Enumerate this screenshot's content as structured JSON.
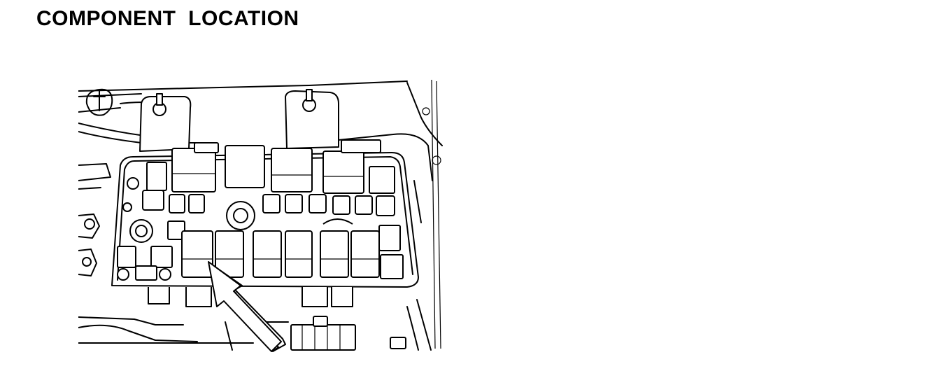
{
  "page": {
    "title": "COMPONENT  LOCATION"
  },
  "colors": {
    "ink": "#000000",
    "paper": "#ffffff"
  },
  "figure": {
    "subject": "fuse-and-relay-box",
    "callout": "arrow-pointing-to-relay"
  }
}
